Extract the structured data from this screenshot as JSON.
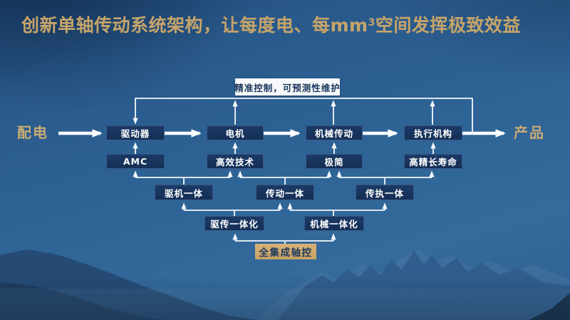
{
  "slide": {
    "title_prefix": "创新单轴传动系统架构，让每度电、每mm",
    "title_sup": "3",
    "title_suffix": "空间发挥极致效益"
  },
  "colors": {
    "title_gold": "#c6a46a",
    "endpoint_gold": "#c9ab74",
    "node_navy": "#17335c",
    "node_gold": "#d0aa6c",
    "control_box_bg": "#f7f9fb",
    "wire_white": "#ffffff",
    "sky_blue": "#2e6396"
  },
  "diagram": {
    "input_label": "配电",
    "output_label": "产品",
    "control_box_label": "精准控制，可预测性维护",
    "main_chain": [
      "驱动器",
      "电机",
      "机械传动",
      "执行机构"
    ],
    "attribute_nodes": [
      "AMC",
      "高效技术",
      "极简",
      "高精长寿命"
    ],
    "integration_level1": [
      "驱机一体",
      "传动一体",
      "传执一体"
    ],
    "integration_level2": [
      "驱传一体化",
      "机械一体化"
    ],
    "integration_root": "全集成轴控"
  }
}
